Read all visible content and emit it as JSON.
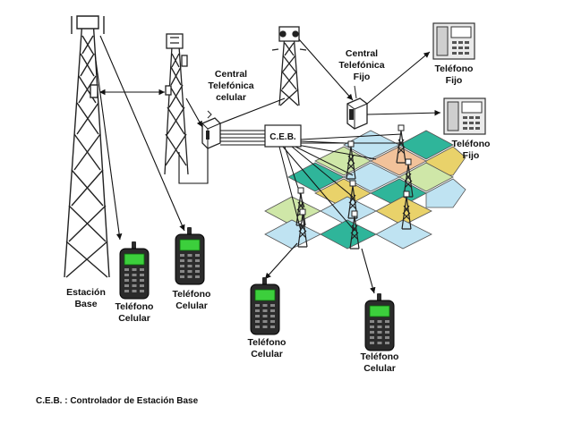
{
  "labels": {
    "base_station": [
      "Estación",
      "Base"
    ],
    "cell_central": [
      "Central",
      "Telefónica",
      "celular"
    ],
    "fixed_central": [
      "Central",
      "Telefónica",
      "Fijo"
    ],
    "ceb": "C.E.B.",
    "fixed_phone_1": [
      "Teléfono",
      "Fijo"
    ],
    "fixed_phone_2": [
      "Teléfono",
      "Fijo"
    ],
    "cell_phone_1": [
      "Teléfono",
      "Celular"
    ],
    "cell_phone_2": [
      "Teléfono",
      "Celular"
    ],
    "cell_phone_3": [
      "Teléfono",
      "Celular"
    ],
    "cell_phone_4": [
      "Teléfono",
      "Celular"
    ],
    "footnote": "C.E.B. : Controlador de Estación Base"
  },
  "colors": {
    "cell_blue": "#bfe3f2",
    "cell_green": "#2fb59a",
    "cell_yellow": "#e9d26a",
    "cell_orange": "#f2c29a",
    "cell_lightgreen": "#cfe7a8",
    "phone_screen": "#3ccf3c",
    "phone_body": "#2b2b2b"
  }
}
